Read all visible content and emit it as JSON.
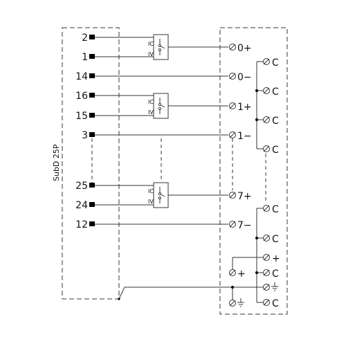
{
  "connector": {
    "label": "SubD 25P",
    "pins": [
      {
        "num": "2"
      },
      {
        "num": "1"
      },
      {
        "num": "14"
      },
      {
        "num": "16"
      },
      {
        "num": "15"
      },
      {
        "num": "3"
      },
      {
        "num": "25"
      },
      {
        "num": "24"
      },
      {
        "num": "12"
      }
    ]
  },
  "switches": [
    {
      "top": "IC",
      "bottom": "IV"
    },
    {
      "top": "IC",
      "bottom": "IV"
    },
    {
      "top": "IC",
      "bottom": "IV"
    }
  ],
  "terminals": {
    "channels": [
      {
        "label": "0+"
      },
      {
        "label": "0−"
      },
      {
        "label": "1+"
      },
      {
        "label": "1−"
      },
      {
        "label": "7+"
      },
      {
        "label": "7−"
      }
    ],
    "common_label": "C",
    "plus_label": "+"
  }
}
